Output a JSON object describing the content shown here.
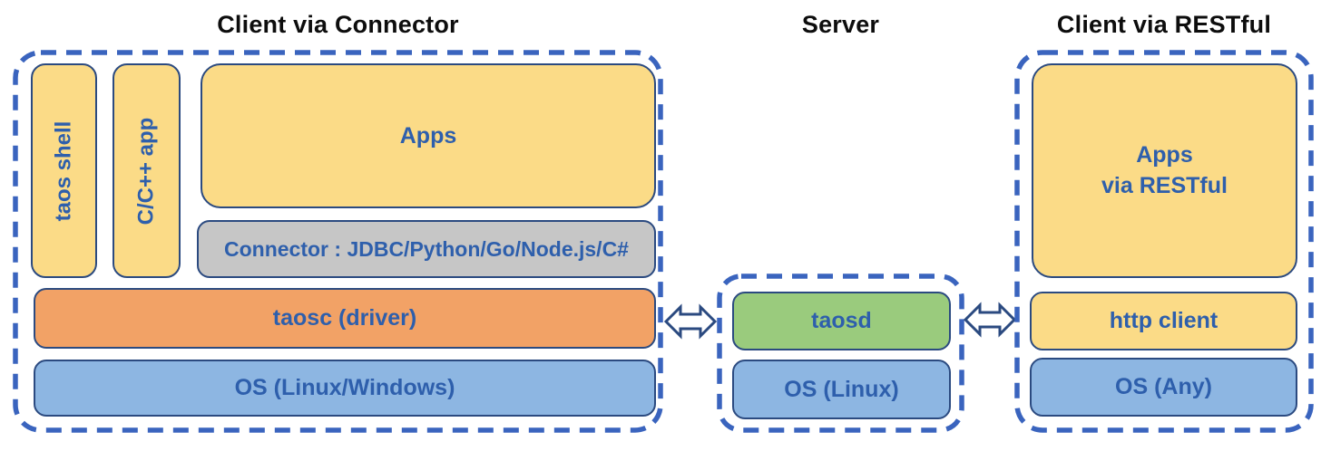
{
  "colors": {
    "dash_border": "#3A64BE",
    "box_border": "#2B4A80",
    "label_blue": "#2E5FAC",
    "title_black": "#0D0D0D",
    "yellow": "#FBDB87",
    "orange": "#F2A266",
    "blue": "#8DB6E2",
    "green": "#9ACB7D",
    "gray": "#C6C6C6",
    "arrow_fill": "#FFFFFF"
  },
  "left_group": {
    "title": "Client via Connector",
    "taos_shell": "taos shell",
    "cpp_app": "C/C++ app",
    "apps": "Apps",
    "connector": "Connector : JDBC/Python/Go/Node.js/C#",
    "taosc": "taosc (driver)",
    "os": "OS (Linux/Windows)"
  },
  "server_group": {
    "title": "Server",
    "taosd": "taosd",
    "os": "OS (Linux)"
  },
  "rest_group": {
    "title": "Client via RESTful",
    "apps": "Apps\nvia RESTful",
    "http_client": "http client",
    "os": "OS (Any)"
  }
}
